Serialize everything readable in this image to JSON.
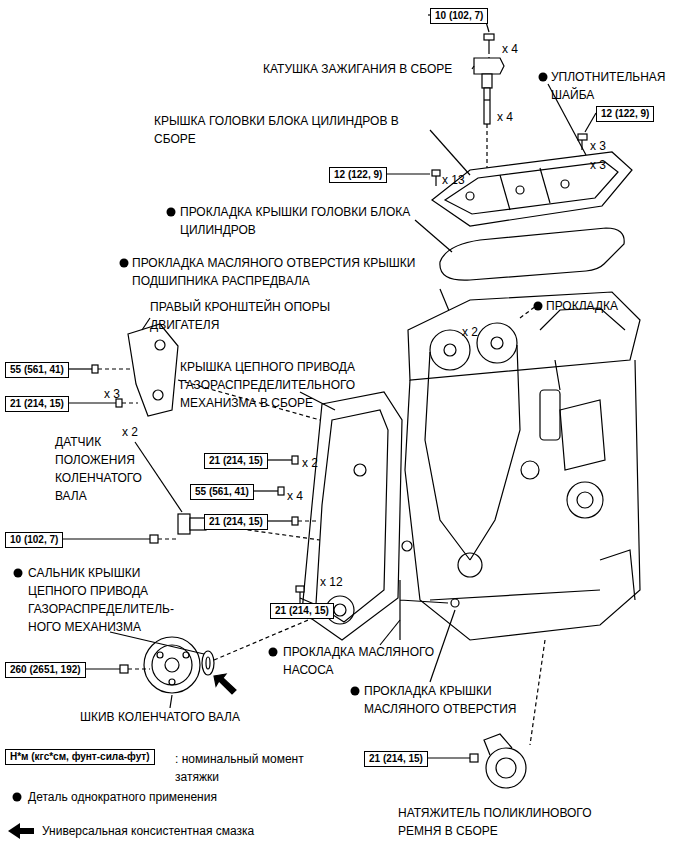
{
  "diagram": {
    "nodes": [
      {
        "text": [
          "10 (102, 7)"
        ]
      },
      {
        "text": [
          "12 (122, 9)"
        ]
      },
      {
        "text": [
          "12 (122, 9)"
        ]
      },
      {
        "text": [
          "55 (561, 41)"
        ]
      },
      {
        "text": [
          "21 (214, 15)"
        ]
      },
      {
        "text": [
          "21 (214, 15)"
        ]
      },
      {
        "text": [
          "55 (561, 41)"
        ]
      },
      {
        "text": [
          "21 (214, 15)"
        ]
      },
      {
        "text": [
          "10 (102, 7)"
        ]
      },
      {
        "text": [
          "21 (214, 15)"
        ]
      },
      {
        "text": [
          "260 (2651, 192)"
        ]
      },
      {
        "text": [
          "Н*м (кгс*см, фунт-сила-фут)"
        ]
      },
      {
        "text": [
          "21 (214, 15)"
        ]
      }
    ],
    "labels": [
      "x 4",
      "КАТУШКА ЗАЖИГАНИЯ В СБОРЕ",
      "УПЛОТНИТЕЛЬНАЯ ШАЙБА",
      "x 4",
      "x 3",
      "x 3",
      "КРЫШКА ГОЛОВКИ БЛОКА ЦИЛИНДРОВ В СБОРЕ",
      "x 13",
      "ПРОКЛАДКА КРЫШКИ ГОЛОВКИ БЛОКА ЦИЛИНДРОВ",
      "ПРОКЛАДКА МАСЛЯНОГО ОТВЕРСТИЯ КРЫШКИ ПОДШИПНИКА РАСПРЕДВАЛА",
      "ПРАВЫЙ КРОНШТЕЙН ОПОРЫ ДВИГАТЕЛЯ",
      "x 2",
      "ПРОКЛАДКА",
      "КРЫШКА ЦЕПНОГО ПРИВОДА ГАЗОРАСПРЕДЕЛИТЕЛЬНОГО МЕХАНИЗМА В СБОРЕ",
      "x 3",
      "x 2",
      "ДАТЧИК ПОЛОЖЕНИЯ КОЛЕНЧАТОГО ВАЛА",
      "x 2",
      "x 4",
      "САЛЬНИК КРЫШКИ ЦЕПНОГО ПРИВОДА ГАЗОРАСПРЕДЕЛИТЕЛЬ- НОГО МЕХАНИЗМА",
      "x 12",
      "ПРОКЛАДКА МАСЛЯНОГО НАСОСА",
      "ПРОКЛАДКА КРЫШКИ МАСЛЯНОГО ОТВЕРСТИЯ",
      "ШКИВ КОЛЕНЧАТОГО ВАЛА",
      "НАТЯЖИТЕЛЬ ПОЛИКЛИНОВОГО РЕМНЯ В СБОРЕ"
    ],
    "legend": [
      {
        "text": ": номинальный момент затяжки"
      },
      {
        "text": "Деталь однократного применения"
      },
      {
        "text": "Универсальная консистентная смазка"
      }
    ]
  }
}
